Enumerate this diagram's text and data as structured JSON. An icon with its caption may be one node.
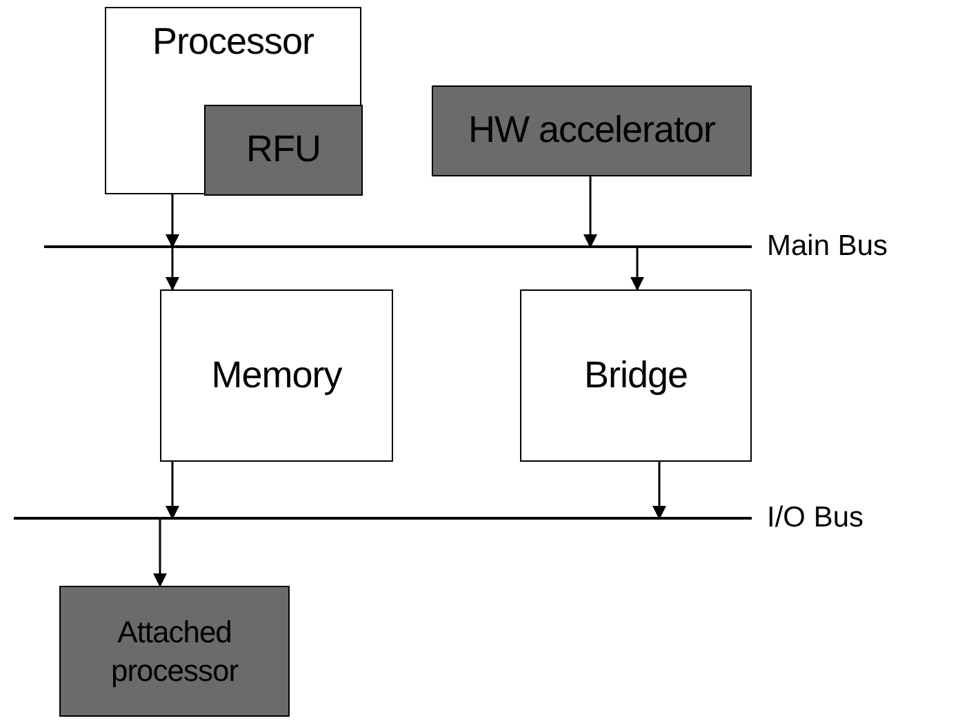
{
  "diagram": {
    "nodes": [
      {
        "text": [
          "Processor"
        ]
      },
      {
        "text": [
          "RFU"
        ],
        "in": 0
      },
      {
        "text": [
          "HW accelerator"
        ]
      },
      {
        "text": [],
        "shape": "bar",
        "beside": [
          "Main Bus"
        ]
      },
      {
        "text": [
          "Memory"
        ]
      },
      {
        "text": [
          "Bridge"
        ]
      },
      {
        "text": [],
        "shape": "bar",
        "beside": [
          "I/O Bus"
        ]
      },
      {
        "text": [
          "Attached processor"
        ]
      }
    ],
    "edges": [
      {
        "from": 0,
        "to": 3,
        "arrow": "to"
      },
      {
        "from": 2,
        "to": 3,
        "arrow": "to"
      },
      {
        "from": 3,
        "to": 4,
        "arrow": "to"
      },
      {
        "from": 3,
        "to": 5,
        "arrow": "to"
      },
      {
        "from": 4,
        "to": 6,
        "arrow": "to"
      },
      {
        "from": 5,
        "to": 6,
        "arrow": "to"
      },
      {
        "from": 6,
        "to": 7,
        "arrow": "to"
      }
    ]
  }
}
